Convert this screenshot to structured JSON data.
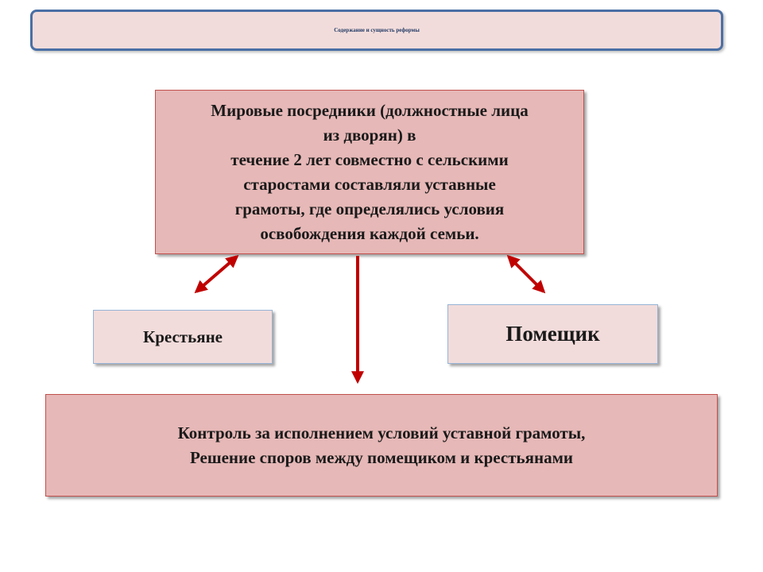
{
  "title": "Содержание и сущность реформы",
  "center": {
    "lines": [
      "Мировые посредники (должностные лица",
      "из дворян) в",
      "течение 2 лет совместно с сельскими",
      "старостами составляли уставные",
      "грамоты, где определялись условия",
      "освобождения каждой семьи."
    ]
  },
  "left": {
    "label": "Крестьяне"
  },
  "right": {
    "label": "Помещик"
  },
  "bottom": {
    "lines": [
      "Контроль  за исполнением условий уставной грамоты,",
      "Решение споров между помещиком и крестьянами"
    ]
  },
  "colors": {
    "arrow": "#c00000",
    "box_fill": "#e6b8b7",
    "box_light": "#f2dcdb",
    "title_border": "#4a6fa5"
  }
}
